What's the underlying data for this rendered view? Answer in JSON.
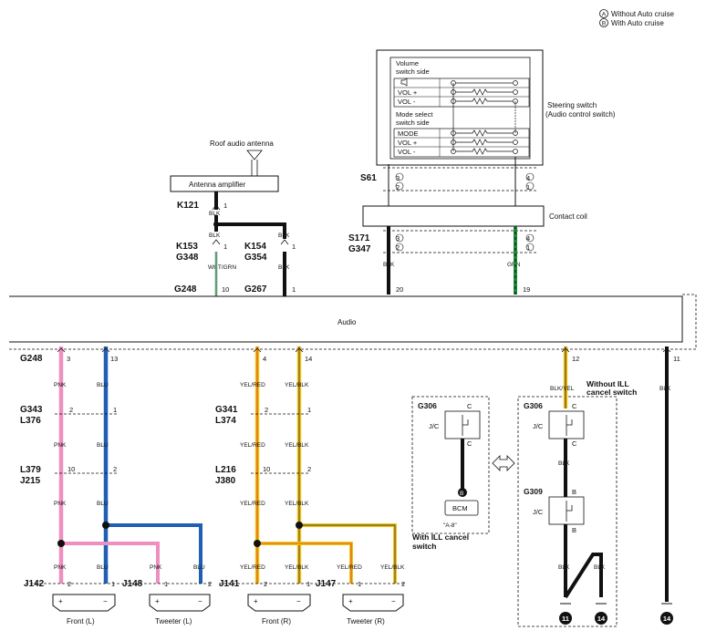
{
  "legend": {
    "a_mark": "A",
    "a_text": "Without Auto cruise",
    "b_mark": "B",
    "b_text": "With Auto cruise"
  },
  "steering": {
    "title": "Steering switch",
    "subtitle": "(Audio control switch)",
    "volume_side": "Volume switch side",
    "volume_side_l1": "Volume",
    "volume_side_l2": "switch side",
    "mode_side_l1": "Mode select",
    "mode_side_l2": "switch side",
    "vol_up": "VOL +",
    "vol_down": "VOL -",
    "mode": "MODE"
  },
  "contact_coil": "Contact coil",
  "roof_antenna": "Roof audio antenna",
  "antenna_amp": "Antenna amplifier",
  "audio": "Audio",
  "connectors": {
    "s61": "S61",
    "s171": "S171",
    "g347": "G347",
    "k121": "K121",
    "k153": "K153",
    "g348": "G348",
    "k154": "K154",
    "g354": "G354",
    "g248": "G248",
    "g267": "G267",
    "g343": "G343",
    "l376": "L376",
    "l379": "L379",
    "j215": "J215",
    "g341": "G341",
    "l374": "L374",
    "l216": "L216",
    "j380": "J380",
    "j142": "J142",
    "j148": "J148",
    "j141": "J141",
    "j147": "J147",
    "g306": "G306",
    "g309": "G309"
  },
  "pins": {
    "p1": "1",
    "p2": "2",
    "p3": "3",
    "p4": "4",
    "p10": "10",
    "p11": "11",
    "p12": "12",
    "p13": "13",
    "p14": "14",
    "p19": "19",
    "p20": "20",
    "a3": "3",
    "b2": "2",
    "a4": "4",
    "b1": "1",
    "c": "C",
    "b": "B"
  },
  "wires": {
    "blk": "BLK",
    "wht_grn": "WHT/GRN",
    "grn": "GRN",
    "pnk": "PNK",
    "blu": "BLU",
    "yel_red": "YEL/RED",
    "yel_blk": "YEL/BLK",
    "blk_yel": "BLK/YEL"
  },
  "jc": "J/C",
  "bcm": "BCM",
  "a8": "\"A-8\"",
  "with_ill": "With ILL cancel switch",
  "with_ill_l1": "With ILL cancel",
  "with_ill_l2": "switch",
  "without_ill_l1": "Without ILL",
  "without_ill_l2": "cancel switch",
  "speakers": {
    "front_l": "Front (L)",
    "tweeter_l": "Tweeter (L)",
    "front_r": "Front (R)",
    "tweeter_r": "Tweeter (R)"
  },
  "plus": "+",
  "minus": "−",
  "grounds": {
    "g11": "11",
    "g14a": "14",
    "g14b": "14"
  },
  "colors": {
    "pnk": "#ee8fc0",
    "blu": "#1f5fb5",
    "yel": "#f2c21b",
    "grn": "#1d8a3a",
    "blk": "#111111"
  }
}
